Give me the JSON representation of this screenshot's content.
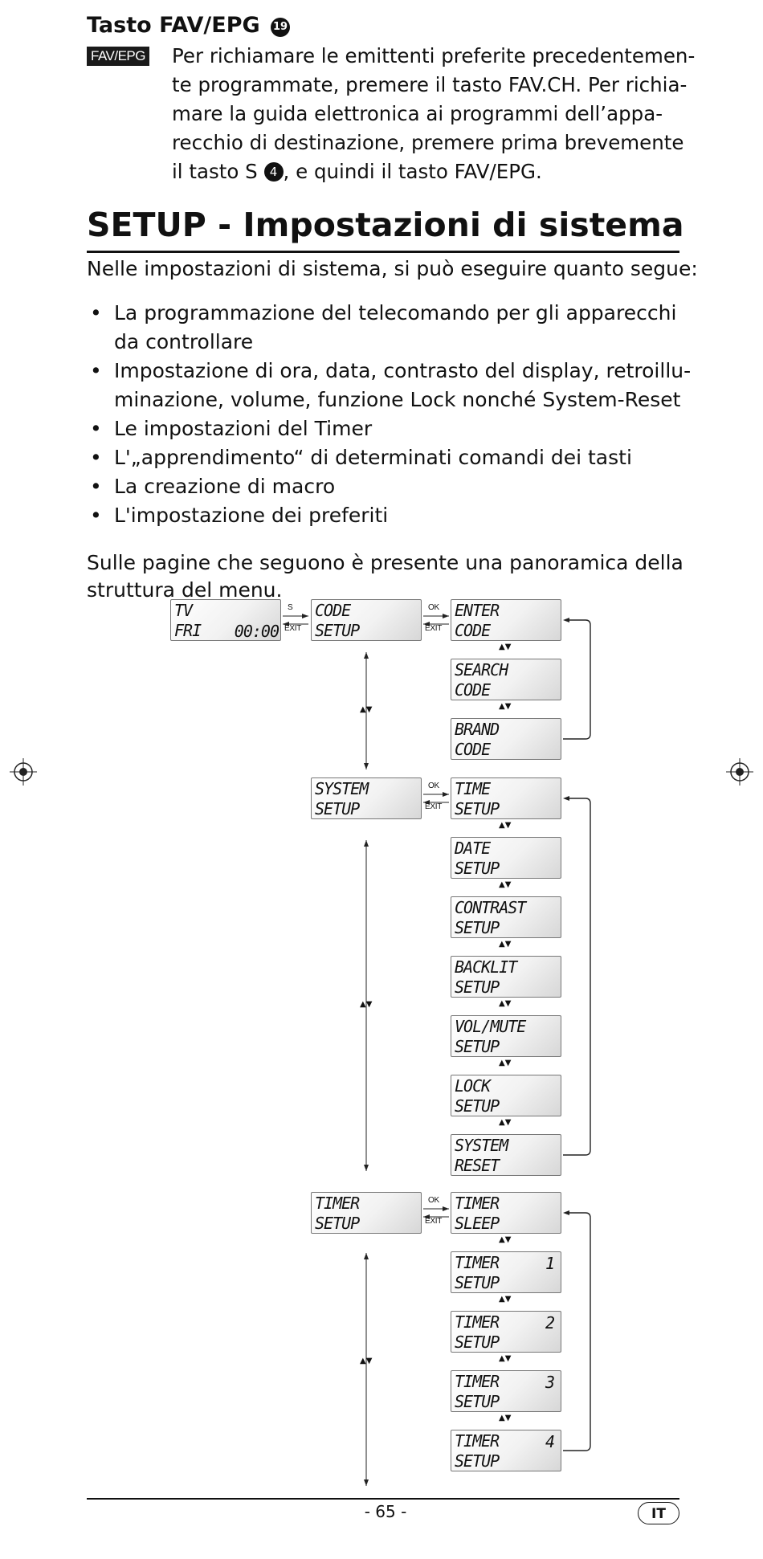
{
  "fav_section": {
    "heading": "Tasto FAV/EPG",
    "ref": "⓳",
    "button_label": "FAV/EPG",
    "lines": [
      "Per richiamare le emittenti preferite precedentemen-",
      "te programmate, premere il tasto FAV.CH. Per richia-",
      "mare la guida elettronica ai programmi dell’appa-",
      "recchio di destinazione, premere prima brevemente"
    ],
    "last_line_before": "il tasto S ",
    "last_line_ref": "4",
    "last_line_after": ", e quindi il tasto FAV/EPG."
  },
  "setup_section": {
    "heading": "SETUP - Impostazioni di sistema",
    "intro": "Nelle impostazioni di sistema, si può eseguire quanto segue:",
    "bullets": [
      [
        "La programmazione del telecomando per gli apparecchi",
        "da controllare"
      ],
      [
        "Impostazione di ora, data, contrasto del display, retroillu-",
        "minazione, volume, funzione Lock nonché System-Reset"
      ],
      [
        "Le impostazioni del Timer"
      ],
      [
        "L'„apprendimento“ di determinati comandi dei tasti"
      ],
      [
        "La creazione di macro"
      ],
      [
        "L'impostazione dei preferiti"
      ]
    ],
    "overview_lines": [
      "Sulle pagine che seguono è presente una panoramica della",
      "struttura del menu."
    ]
  },
  "menu": {
    "home": {
      "line1": "TV",
      "line2": "FRI",
      "time": "00:00"
    },
    "key_s": "S",
    "key_ok": "OK",
    "key_exit": "EXIT",
    "bullet_char": "•",
    "updown": "▲▼",
    "code": {
      "main": {
        "line1": "CODE",
        "line2": "SETUP"
      },
      "items": [
        {
          "line1": "ENTER",
          "line2": "CODE"
        },
        {
          "line1": "SEARCH",
          "line2": "CODE"
        },
        {
          "line1": "BRAND",
          "line2": "CODE"
        }
      ]
    },
    "system": {
      "main": {
        "line1": "SYSTEM",
        "line2": "SETUP"
      },
      "items": [
        {
          "line1": "TIME",
          "line2": "SETUP"
        },
        {
          "line1": "DATE",
          "line2": "SETUP"
        },
        {
          "line1": "CONTRAST",
          "line2": "SETUP"
        },
        {
          "line1": "BACKLIT",
          "line2": "SETUP"
        },
        {
          "line1": "VOL/MUTE",
          "line2": "SETUP"
        },
        {
          "line1": "LOCK",
          "line2": "SETUP"
        },
        {
          "line1": "SYSTEM",
          "line2": "RESET"
        }
      ]
    },
    "timer": {
      "main": {
        "line1": "TIMER",
        "line2": "SETUP"
      },
      "items": [
        {
          "line1": "TIMER",
          "line2": "SLEEP",
          "num": ""
        },
        {
          "line1": "TIMER",
          "line2": "SETUP",
          "num": "1"
        },
        {
          "line1": "TIMER",
          "line2": "SETUP",
          "num": "2"
        },
        {
          "line1": "TIMER",
          "line2": "SETUP",
          "num": "3"
        },
        {
          "line1": "TIMER",
          "line2": "SETUP",
          "num": "4"
        }
      ]
    }
  },
  "footer": {
    "page": "- 65 -",
    "lang": "IT"
  }
}
